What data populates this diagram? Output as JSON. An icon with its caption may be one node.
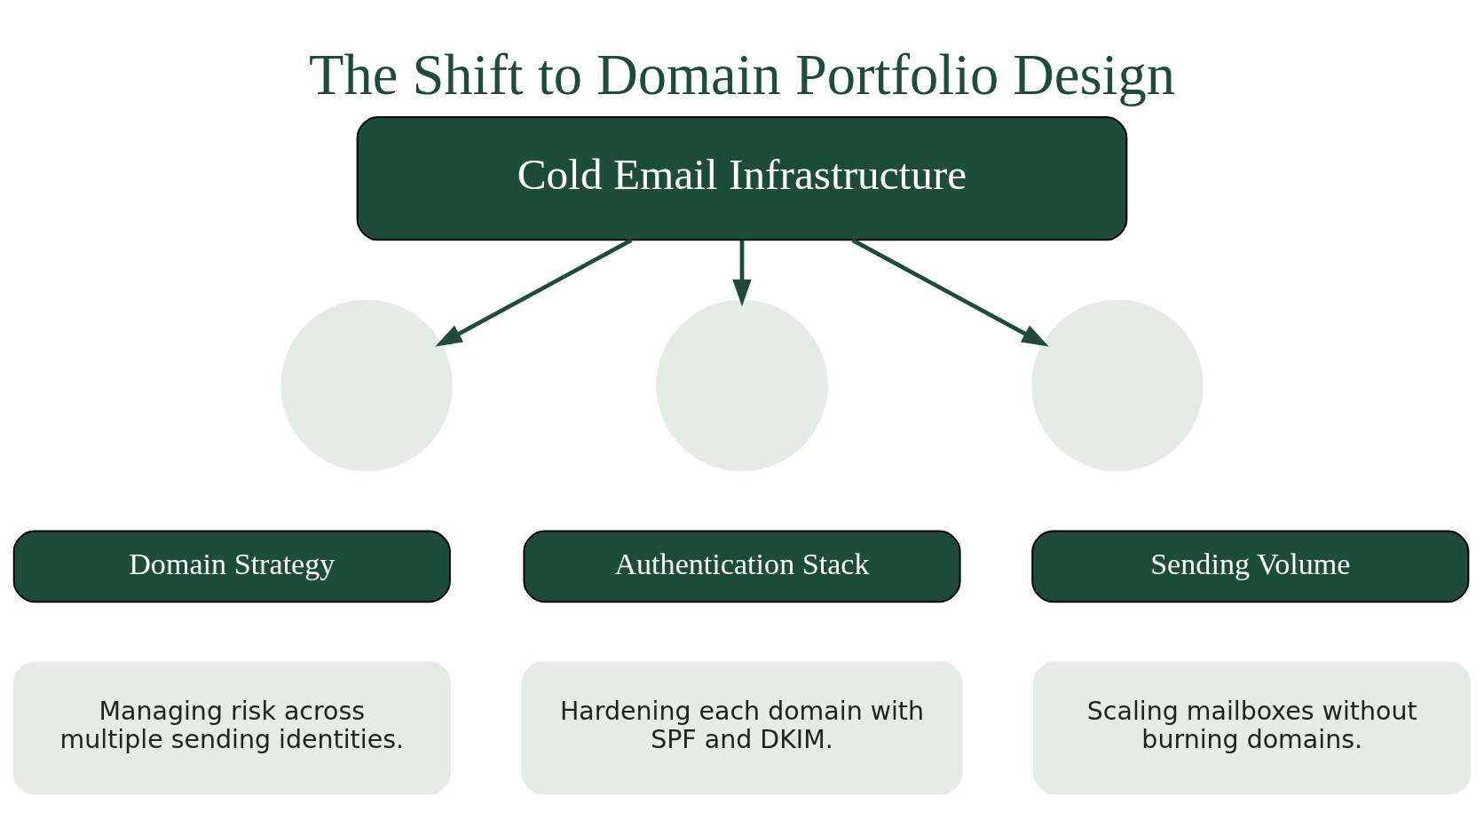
{
  "diagram": {
    "title": "The Shift to Domain Portfolio Design",
    "nodes": [
      {
        "text": [
          "Cold Email Infrastructure"
        ]
      },
      {
        "text": [],
        "shape": "circle"
      },
      {
        "text": [
          "Domain Strategy"
        ]
      },
      {
        "text": [
          "Managing risk across multiple sending identities."
        ]
      },
      {
        "text": [],
        "shape": "circle"
      },
      {
        "text": [
          "Authentication Stack"
        ]
      },
      {
        "text": [
          "Hardening each domain with SPF and DKIM."
        ]
      },
      {
        "text": [],
        "shape": "circle"
      },
      {
        "text": [
          "Sending Volume"
        ]
      },
      {
        "text": [
          "Scaling mailboxes without burning domains."
        ]
      }
    ],
    "edges": [
      {
        "from": 0,
        "to": 1,
        "arrow": "to"
      },
      {
        "from": 0,
        "to": 4,
        "arrow": "to"
      },
      {
        "from": 0,
        "to": 7,
        "arrow": "to"
      }
    ]
  }
}
